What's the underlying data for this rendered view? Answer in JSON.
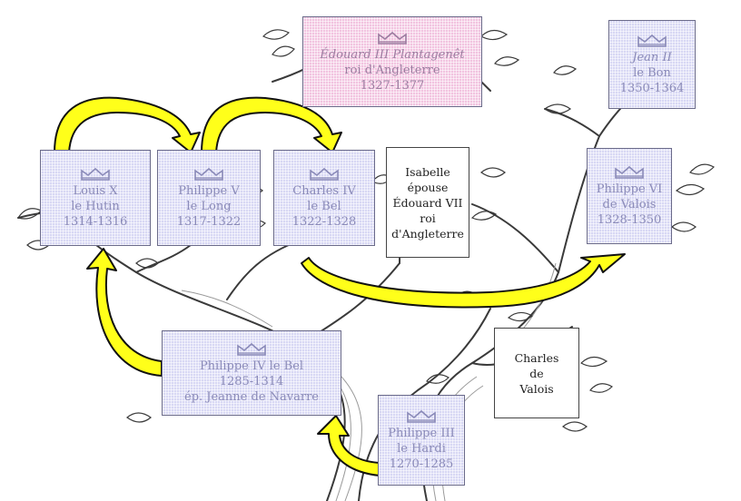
{
  "colors": {
    "royal_box": "#d8d8f4",
    "english_box": "#f2c4e0",
    "arrow_fill": "#ffff1a",
    "arrow_stroke": "#111111"
  },
  "persons": {
    "edouard_iii": {
      "name_italic": "Édouard III",
      "name_rest": " Plantagenêt",
      "title": "roi d'Angleterre",
      "dates": "1327-1377"
    },
    "jean_ii": {
      "name": "Jean II",
      "epithet": "le Bon",
      "dates": "1350-1364"
    },
    "louis_x": {
      "name": "Louis X",
      "epithet": "le Hutin",
      "dates": "1314-1316"
    },
    "philippe_v": {
      "name": "Philippe V",
      "epithet": "le Long",
      "dates": "1317-1322"
    },
    "charles_iv": {
      "name": "Charles IV",
      "epithet": "le Bel",
      "dates": "1322-1328"
    },
    "isabelle": {
      "line1": "Isabelle",
      "line2": "épouse",
      "line3": "Édouard VII",
      "line4": "roi",
      "line5": "d'Angleterre"
    },
    "philippe_vi": {
      "name": "Philippe VI",
      "epithet": "de Valois",
      "dates": "1328-1350"
    },
    "philippe_iv": {
      "name": "Philippe IV le Bel",
      "dates": "1285-1314",
      "spouse": "ép. Jeanne de Navarre"
    },
    "charles_valois": {
      "line1": "Charles",
      "line2": "de",
      "line3": "Valois"
    },
    "philippe_iii": {
      "name": "Philippe III",
      "epithet": "le Hardi",
      "dates": "1270-1285"
    }
  },
  "icons": {
    "crown": "crown-icon",
    "leaf": "leaf-icon"
  }
}
